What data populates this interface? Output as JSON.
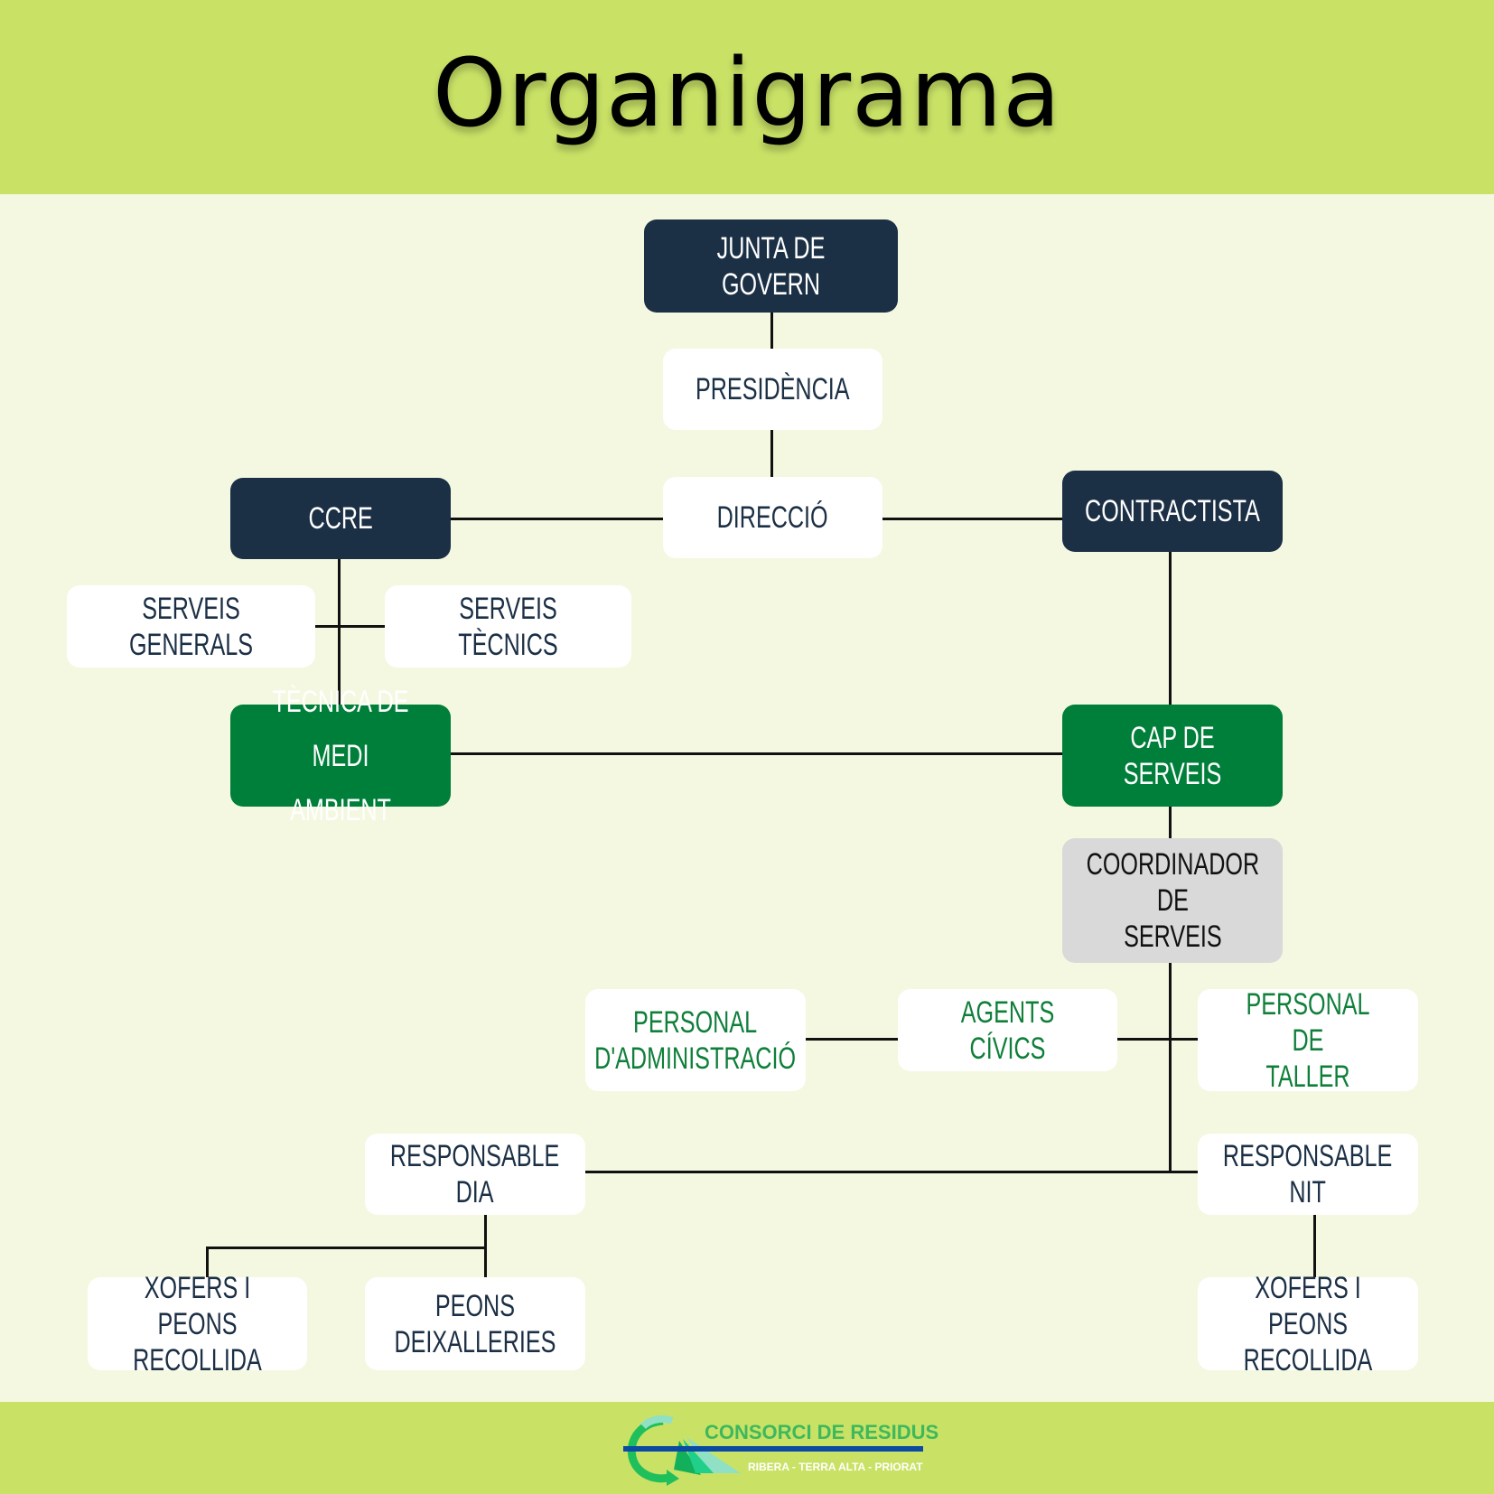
{
  "header": {
    "title": "Organigrama"
  },
  "colors": {
    "header_bg": "#c9e266",
    "canvas_bg": "#f4f8e0",
    "dark_node": "#1b2f45",
    "green_node": "#007f3a",
    "grey_node": "#d9d9d9",
    "white_node": "#ffffff",
    "green_text": "#0f7f3a"
  },
  "nodes": {
    "junta": "JUNTA DE GOVERN",
    "presidencia": "PRESIDÈNCIA",
    "direccio": "DIRECCIÓ",
    "ccre": "CCRE",
    "contractista": "CONTRACTISTA",
    "serveis_generals": "SERVEIS GENERALS",
    "serveis_tecnics": "SERVEIS TÈCNICS",
    "tecnica_medi": "TÈCNICA DE MEDI\nAMBIENT",
    "cap_serveis": "CAP DE SERVEIS",
    "coordinador": "COORDINADOR DE\nSERVEIS",
    "personal_admin": "PERSONAL\nD'ADMINISTRACIÓ",
    "agents_civics": "AGENTS CÍVICS",
    "personal_taller": "PERSONAL DE\nTALLER",
    "responsable_dia": "RESPONSABLE DIA",
    "responsable_nit": "RESPONSABLE NIT",
    "xofers_dia": "XOFERS I PEONS\nRECOLLIDA",
    "peons_deixalleries": "PEONS\nDEIXALLERIES",
    "xofers_nit": "XOFERS I PEONS\nRECOLLIDA"
  },
  "footer": {
    "logo_name": "CONSORCI DE RESIDUS",
    "logo_subtitle": "RIBERA - TERRA ALTA - PRIORAT"
  }
}
